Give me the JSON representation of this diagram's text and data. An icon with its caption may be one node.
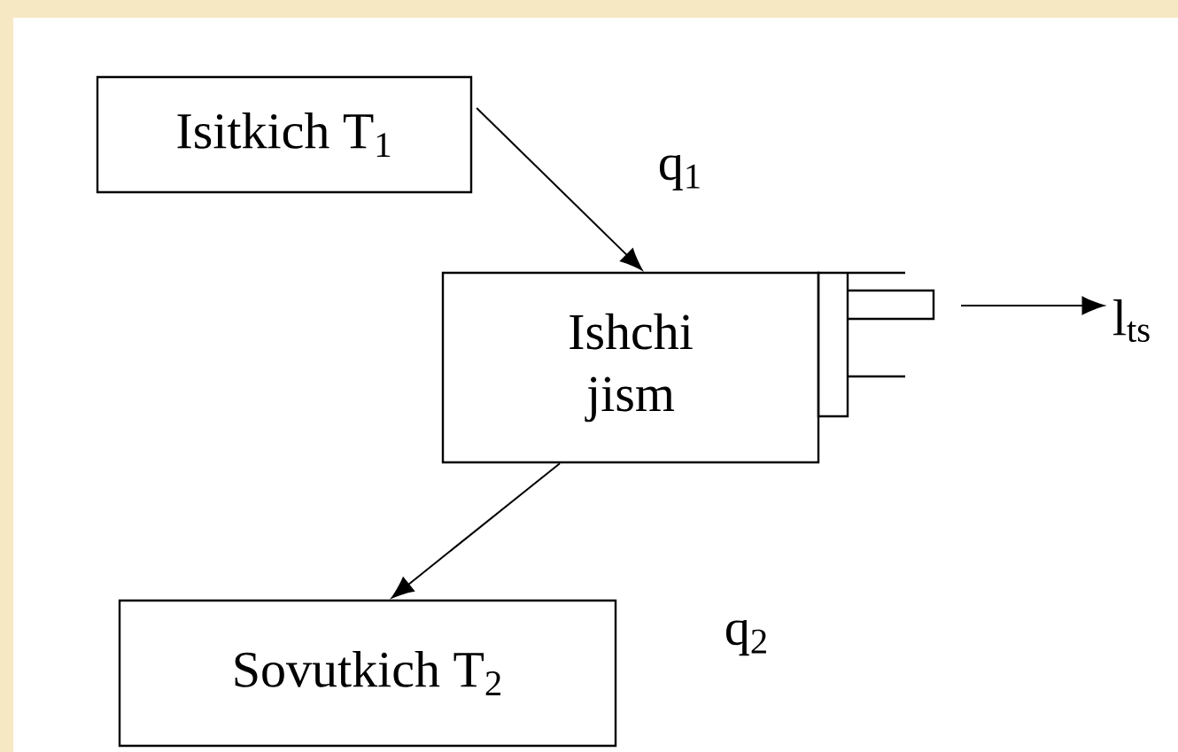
{
  "diagram": {
    "nodes": [
      {
        "text": [
          "Isitkich  T$_{1}$"
        ]
      },
      {
        "text": [
          "Ishchi jism"
        ]
      },
      {
        "text": [
          "Sovutkich T$_{2}$"
        ]
      },
      {
        "text": [
          "l$_{ts}$"
        ]
      }
    ],
    "edges": [
      {
        "from": 0,
        "to": 1,
        "arrow": "to"
      },
      {
        "from": 1,
        "to": 2,
        "arrow": "to"
      },
      {
        "from": null,
        "to": 3,
        "arrow": "to"
      }
    ],
    "labels": [
      "q$_{1}$",
      "q$_{2}$"
    ]
  }
}
